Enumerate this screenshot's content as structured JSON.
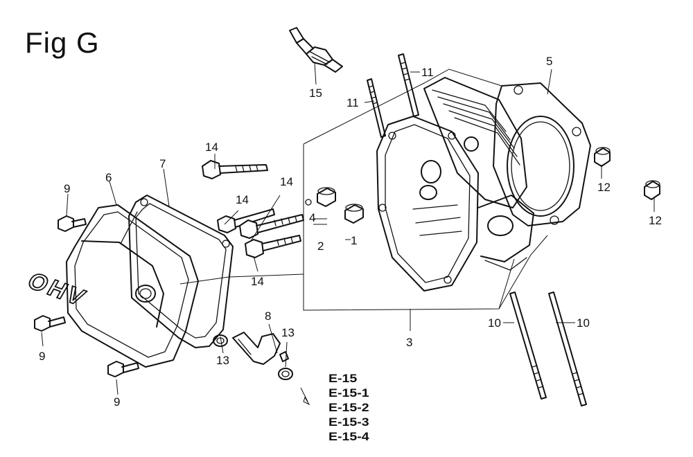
{
  "figure": {
    "title": "Fig G"
  },
  "callouts": {
    "c1": "1",
    "c2": "2",
    "c3": "3",
    "c4": "4",
    "c5": "5",
    "c6": "6",
    "c7": "7",
    "c8": "8",
    "c9a": "9",
    "c9b": "9",
    "c9c": "9",
    "c10a": "10",
    "c10b": "10",
    "c11a": "11",
    "c11b": "11",
    "c12a": "12",
    "c12b": "12",
    "c13a": "13",
    "c13b": "13",
    "c14a": "14",
    "c14b": "14",
    "c14c": "14",
    "c14d": "14",
    "c15": "15"
  },
  "references": [
    "E-15",
    "E-15-1",
    "E-15-2",
    "E-15-3",
    "E-15-4"
  ],
  "cover_lettering": "OHV"
}
